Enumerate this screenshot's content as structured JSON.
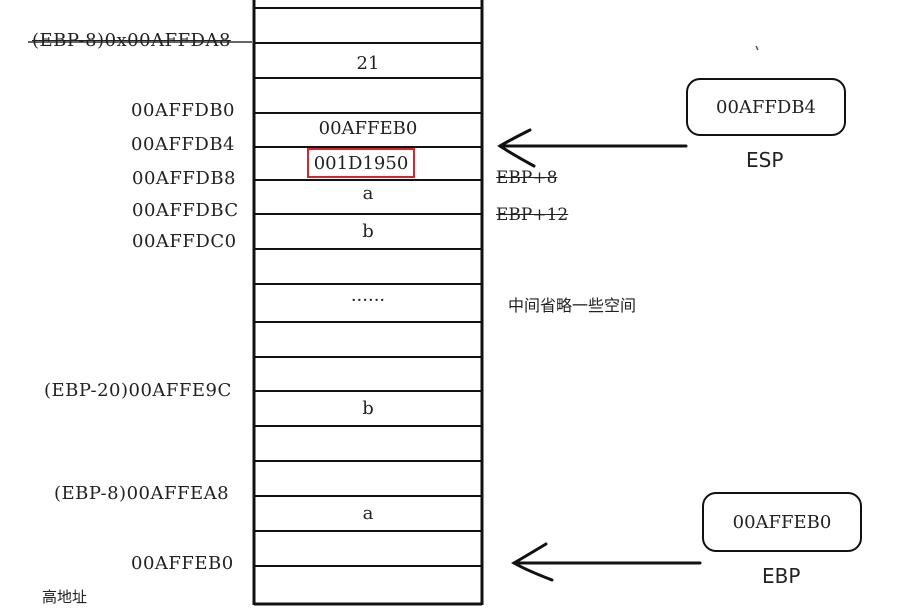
{
  "addresses": {
    "a0": "(EBP-8)0x00AFFDA8",
    "a1": "00AFFDB0",
    "a2": "00AFFDB4",
    "a3": "00AFFDB8",
    "a4": "00AFFDBC",
    "a5": "00AFFDC0",
    "a6": "(EBP-20)00AFFE9C",
    "a7": "(EBP-8)00AFFEA8",
    "a8": "00AFFEB0"
  },
  "cells": {
    "c_21": "21",
    "c_ebp_saved": "00AFFEB0",
    "c_ret": "001D1950",
    "c_a_top": "a",
    "c_b_top": "b",
    "c_dots": "······",
    "c_b_bottom": "b",
    "c_a_bottom": "a"
  },
  "notes": {
    "ebp_plus_8": "EBP+8",
    "ebp_plus_12": "EBP+12",
    "omitted": "中间省略一些空间",
    "high_address": "高地址"
  },
  "registers": {
    "esp_value": "00AFFDB4",
    "esp_label": "ESP",
    "ebp_value": "00AFFEB0",
    "ebp_label": "EBP"
  },
  "colors": {
    "highlight": "#d9262a"
  }
}
